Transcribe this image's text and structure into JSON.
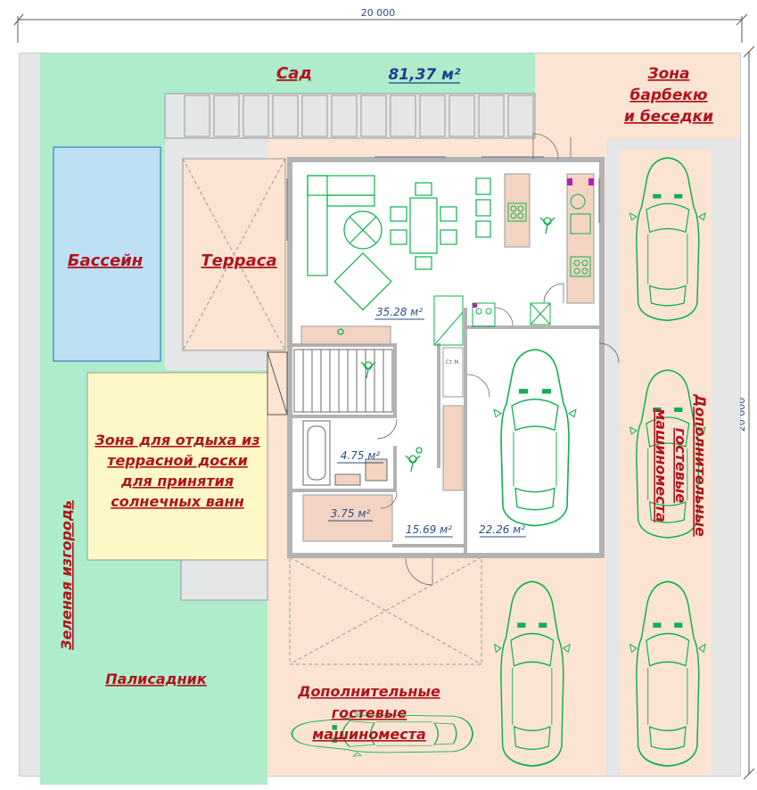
{
  "dimensions": {
    "width": "20 000",
    "height": "20 000"
  },
  "zones": {
    "garden": "Сад",
    "garden_area": "81,37 м²",
    "bbq": [
      "Зона",
      "барбекю",
      "и беседки"
    ],
    "pool": "Бассейн",
    "terrace": "Терраса",
    "sunbathing": [
      "Зона для отдыха из",
      "террасной доски",
      "для принятия",
      "солнечных ванн"
    ],
    "hedge": "Зеленая изгородь",
    "front_garden": "Палисадник",
    "guest_parking_right": [
      "Дополнительные",
      "гостевые",
      "машиноместа"
    ],
    "guest_parking_bottom": [
      "Дополнительные",
      "гостевые",
      "машиноместа"
    ]
  },
  "areas": {
    "living": "35.28 м²",
    "bathroom": "4.75 м²",
    "storage": "3.75 м²",
    "hall": "15.69 м²",
    "garage": "22.26 м²"
  },
  "misc": {
    "wardrobe": "Ст.М."
  },
  "colors": {
    "lawn": "#aeeccb",
    "paving": "#fbe4d3",
    "pool": "#bde0f5",
    "sun_deck": "#fdf8c6",
    "gravel": "#e4e6e8",
    "floor": "#ffffff",
    "wall": "#b2b2b2",
    "furniture": "#0fb04d",
    "label": "#b0141d",
    "area_text": "#2a4f8a"
  }
}
